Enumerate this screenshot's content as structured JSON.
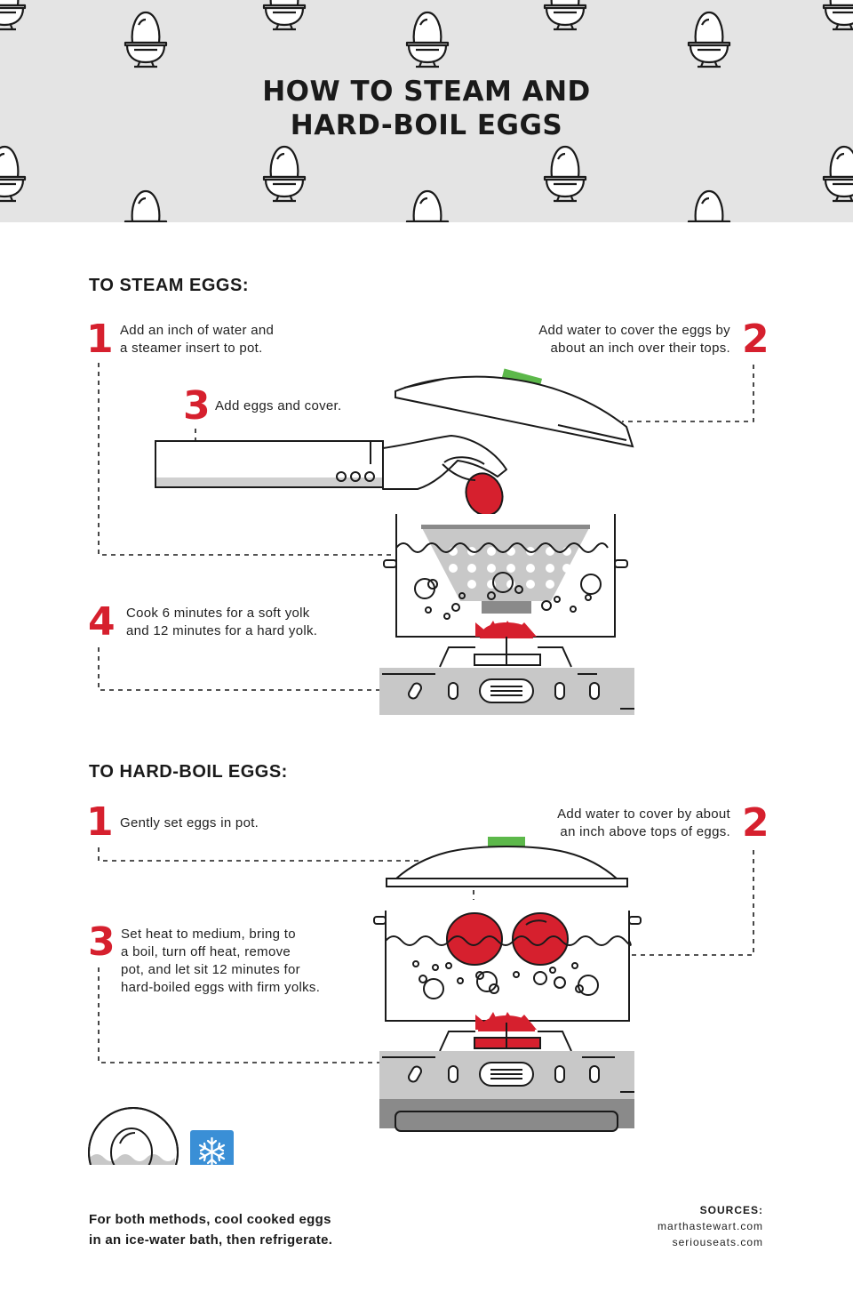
{
  "title": {
    "line1": "HOW TO STEAM AND",
    "line2": "HARD-BOIL EGGS"
  },
  "colors": {
    "accent_red": "#d6202e",
    "lid_green": "#5cb84a",
    "header_gray": "#e4e4e4",
    "ice_blue": "#3a8fd6"
  },
  "steam": {
    "heading": "TO STEAM EGGS:",
    "steps": [
      {
        "num": "1",
        "text": "Add an inch of water and\na steamer insert to pot."
      },
      {
        "num": "2",
        "text": "Add water to cover the eggs by\nabout an inch over their tops."
      },
      {
        "num": "3",
        "text": "Add eggs and cover."
      },
      {
        "num": "4",
        "text": "Cook 6 minutes for a soft yolk\nand 12 minutes for a hard yolk."
      }
    ]
  },
  "boil": {
    "heading": "TO HARD-BOIL EGGS:",
    "steps": [
      {
        "num": "1",
        "text": "Gently set eggs in pot."
      },
      {
        "num": "2",
        "text": "Add water to cover by about\nan inch above tops of eggs."
      },
      {
        "num": "3",
        "text": "Set heat to medium, bring to\na boil, turn off heat, remove\npot, and let sit 12 minutes for\nhard-boiled eggs with firm yolks."
      }
    ]
  },
  "footer": {
    "note": "For both methods, cool cooked eggs\nin an ice-water bath, then refrigerate.",
    "sources_label": "SOURCES:",
    "sources": [
      "marthastewart.com",
      "seriouseats.com"
    ]
  },
  "icons": [
    "egg-cup-icon",
    "snowflake-icon",
    "ice-bath-icon"
  ]
}
